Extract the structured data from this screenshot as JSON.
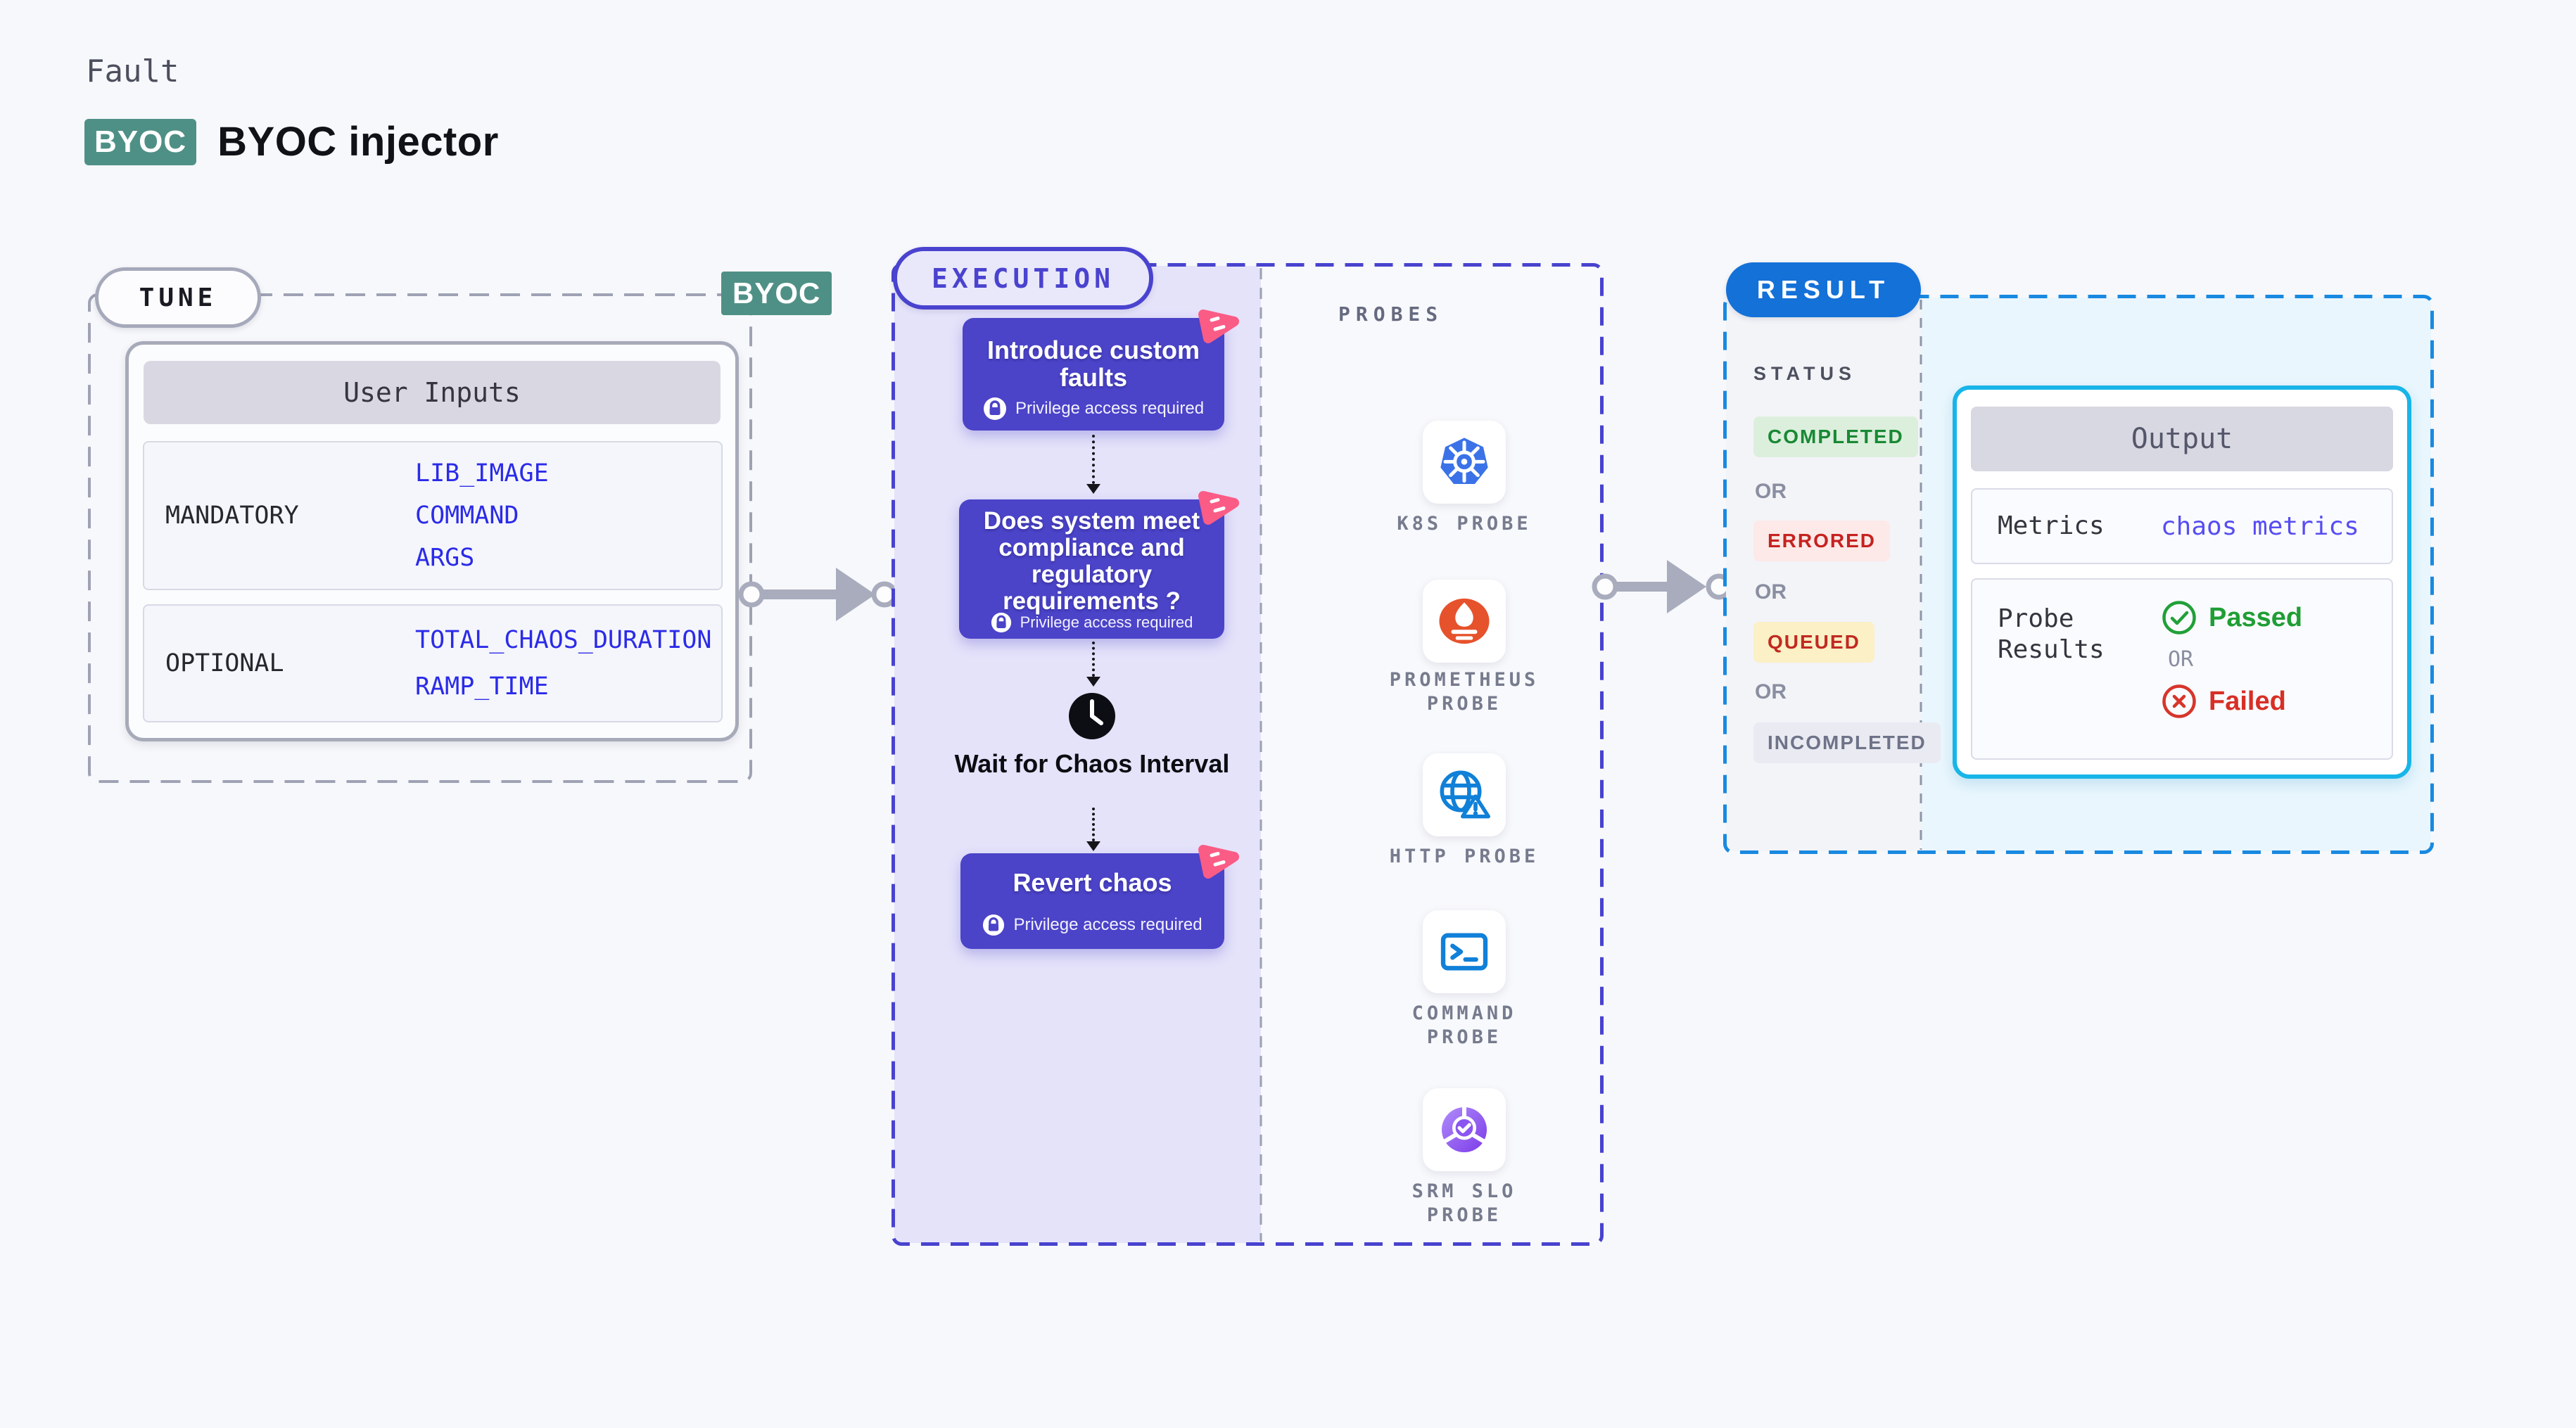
{
  "header": {
    "eyebrow": "Fault",
    "badge": "BYOC",
    "title": "BYOC injector"
  },
  "tune": {
    "label": "TUNE",
    "corner_badge": "BYOC",
    "table": {
      "title": "User Inputs",
      "rows": [
        {
          "label": "MANDATORY",
          "values": [
            "LIB_IMAGE",
            "COMMAND",
            "ARGS"
          ]
        },
        {
          "label": "OPTIONAL",
          "values": [
            "TOTAL_CHAOS_DURATION",
            "RAMP_TIME"
          ]
        }
      ]
    }
  },
  "execution": {
    "label": "EXECUTION",
    "privilege_note": "Privilege access required",
    "steps": [
      "Introduce custom faults",
      "Does system meet compliance and regulatory requirements ?",
      "Revert chaos"
    ],
    "wait_step": "Wait for Chaos Interval"
  },
  "probes": {
    "label": "PROBES",
    "items": [
      {
        "icon": "kubernetes-icon",
        "line1": "K8S PROBE",
        "line2": ""
      },
      {
        "icon": "prometheus-icon",
        "line1": "PROMETHEUS",
        "line2": "PROBE"
      },
      {
        "icon": "http-icon",
        "line1": "HTTP PROBE",
        "line2": ""
      },
      {
        "icon": "command-icon",
        "line1": "COMMAND",
        "line2": "PROBE"
      },
      {
        "icon": "srm-slo-icon",
        "line1": "SRM SLO",
        "line2": "PROBE"
      }
    ]
  },
  "result": {
    "label": "RESULT",
    "status_title": "STATUS",
    "or_label": "OR",
    "statuses": [
      {
        "text": "COMPLETED",
        "bg": "#DCEFDD",
        "color": "#188934"
      },
      {
        "text": "ERRORED",
        "bg": "#FCE9E8",
        "color": "#C5221F"
      },
      {
        "text": "QUEUED",
        "bg": "#FBF0C6",
        "color": "#C02A21"
      },
      {
        "text": "INCOMPLETED",
        "bg": "#EAEBF2",
        "color": "#6F7389"
      }
    ],
    "output": {
      "title": "Output",
      "metrics_label": "Metrics",
      "metrics_value": "chaos metrics",
      "probe_results_label": "Probe Results",
      "passed": "Passed",
      "or": "OR",
      "failed": "Failed"
    }
  },
  "colors": {
    "page_bg": "#F7F8FB",
    "teal_badge": "#4F9086",
    "purple_card": "#4B43C8",
    "lavender_bg": "#E5E3FA",
    "indigo_dash": "#4843CE",
    "gray_dash": "#9FA2B4",
    "pink_flag": "#FA5C86",
    "result_blue": "#1471D8",
    "result_dash": "#1989E0",
    "output_cyan": "#18B5E8",
    "output_bg": "#E9F6FD",
    "value_blue": "#2B2BE8",
    "metrics_indigo": "#574DF2",
    "passed_green": "#1F9E34",
    "failed_red": "#D72F25",
    "arrow_gray": "#A9ACBD"
  }
}
